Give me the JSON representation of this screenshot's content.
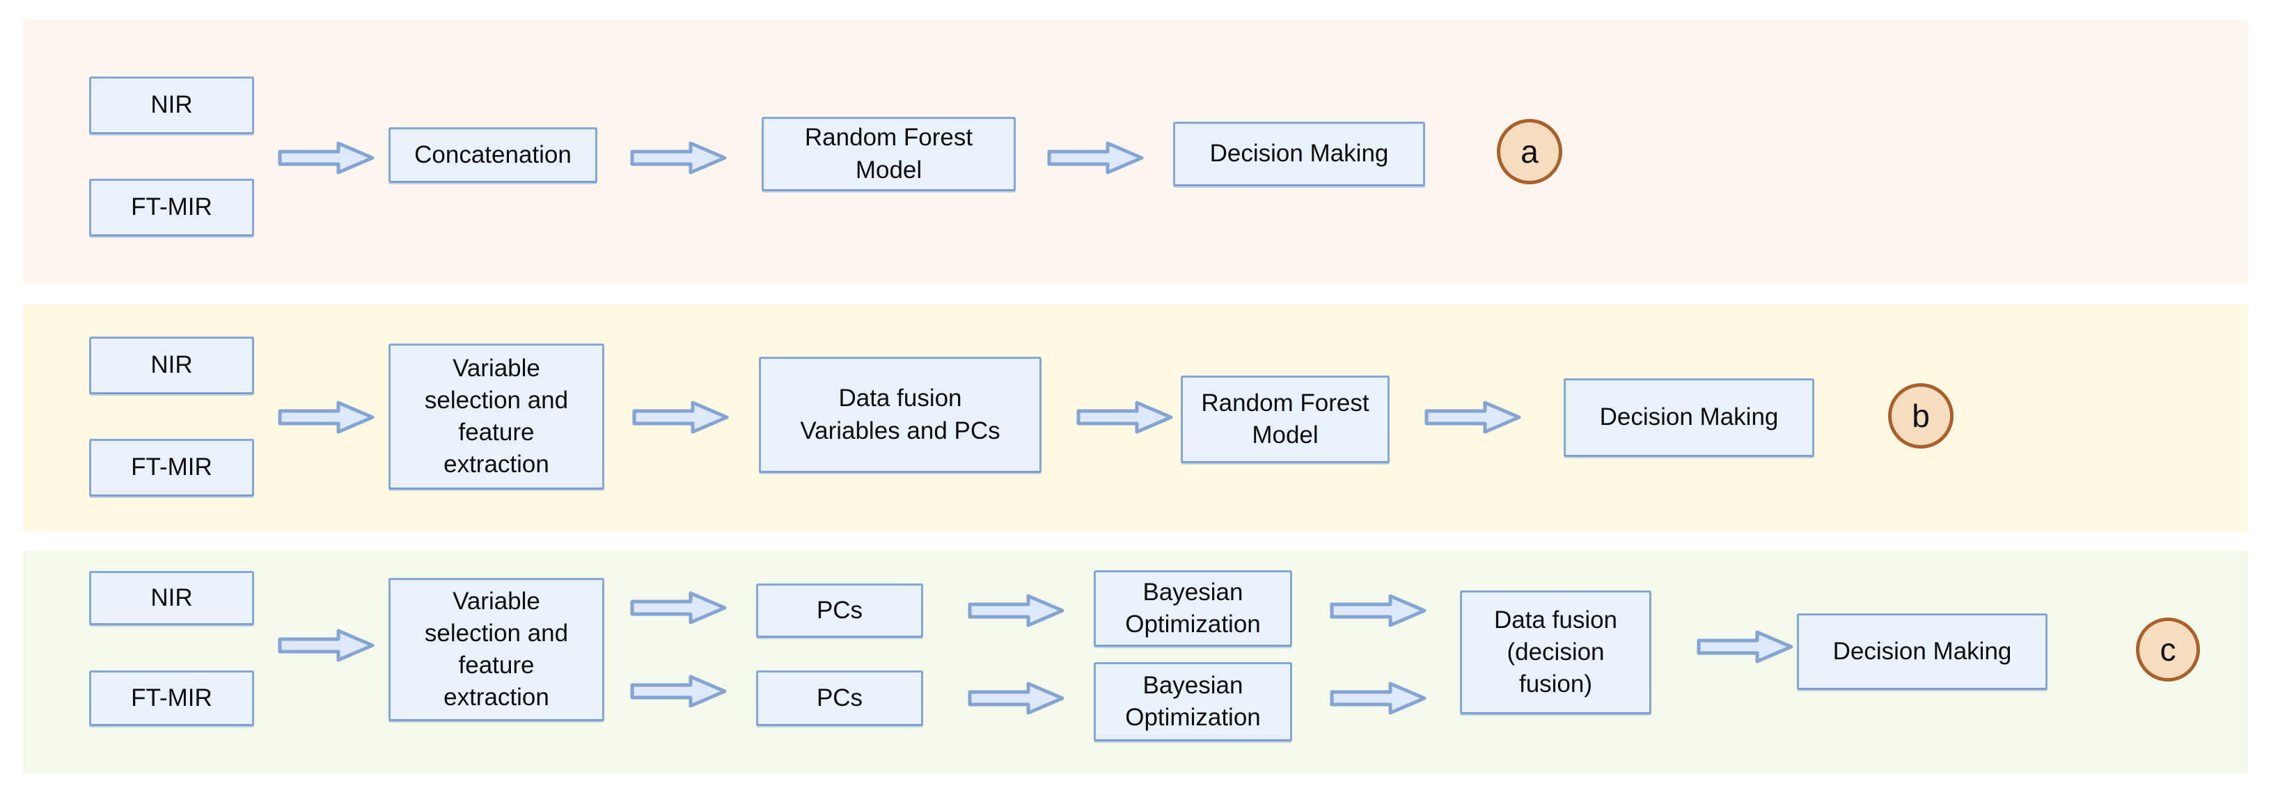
{
  "figure": {
    "panels": [
      {
        "badge": "a",
        "inputs": [
          "NIR",
          "FT-MIR"
        ],
        "steps": [
          "Concatenation",
          "Random Forest\nModel",
          "Decision Making"
        ]
      },
      {
        "badge": "b",
        "inputs": [
          "NIR",
          "FT-MIR"
        ],
        "steps": [
          "Variable\nselection and\nfeature\nextraction",
          "Data fusion\nVariables and PCs",
          "Random Forest\nModel",
          "Decision Making"
        ]
      },
      {
        "badge": "c",
        "inputs": [
          "NIR",
          "FT-MIR"
        ],
        "shared_step": "Variable\nselection and\nfeature\nextraction",
        "branches": [
          {
            "name": "top",
            "steps": [
              "PCs",
              "Bayesian\nOptimization"
            ]
          },
          {
            "name": "bottom",
            "steps": [
              "PCs",
              "Bayesian\nOptimization"
            ]
          }
        ],
        "merge_step": "Data fusion\n(decision\nfusion)",
        "final_step": "Decision Making"
      }
    ],
    "colors": {
      "panel_a_bg": "#FDF6EE",
      "panel_b_bg": "#FDF9E3",
      "panel_c_bg": "#F4F9EC",
      "box_fill": "#E9F1FB",
      "box_border": "#85A7D6",
      "arrow_fill": "#DDE9F8",
      "arrow_border": "#84A4D2",
      "badge_fill": "#F7DDC0",
      "badge_border": "#A9602A",
      "text": "#0D0D0D"
    }
  }
}
